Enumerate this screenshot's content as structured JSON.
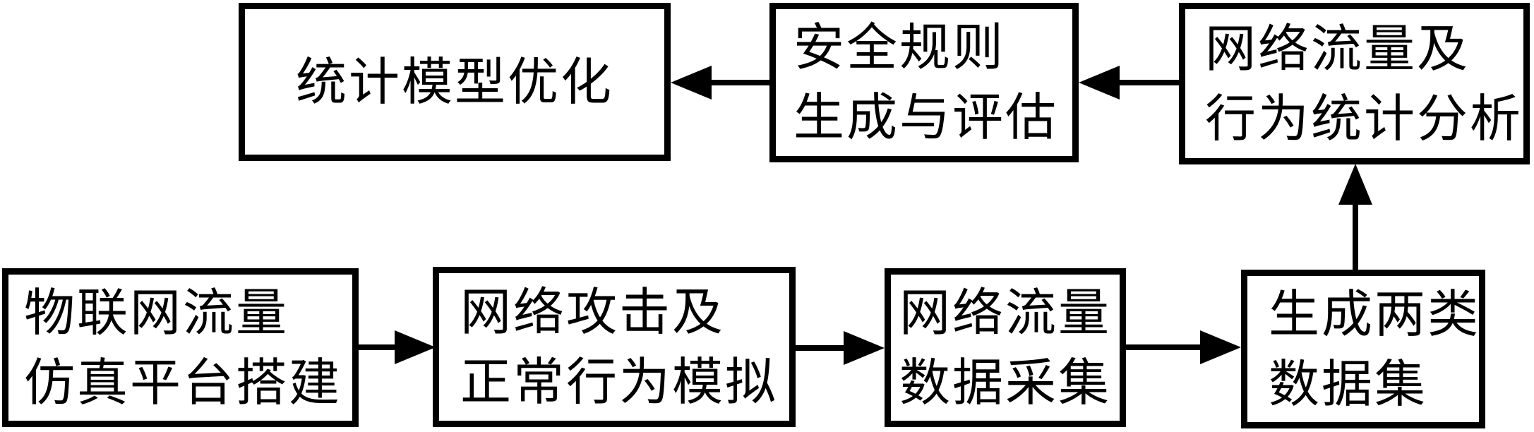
{
  "diagram": {
    "title": "IoT traffic security analysis workflow flowchart",
    "colors": {
      "stroke": "#000000",
      "background": "#ffffff",
      "text": "#000000"
    },
    "nodes": {
      "iot_sim": {
        "line1": "物联网流量",
        "line2": "仿真平台搭建"
      },
      "attack_sim": {
        "line1": "网络攻击及",
        "line2": "正常行为模拟"
      },
      "collect": {
        "line1": "网络流量",
        "line2": "数据采集"
      },
      "datasets": {
        "line1": "生成两类",
        "line2": "数据集"
      },
      "model_opt": {
        "line1": "统计模型优化"
      },
      "rules": {
        "line1": "安全规则",
        "line2": "生成与评估"
      },
      "analysis": {
        "line1": "网络流量及",
        "line2": "行为统计分析"
      }
    },
    "edges": [
      {
        "from": "iot_sim",
        "to": "attack_sim",
        "direction": "right"
      },
      {
        "from": "attack_sim",
        "to": "collect",
        "direction": "right"
      },
      {
        "from": "collect",
        "to": "datasets",
        "direction": "right"
      },
      {
        "from": "datasets",
        "to": "analysis",
        "direction": "up"
      },
      {
        "from": "analysis",
        "to": "rules",
        "direction": "left"
      },
      {
        "from": "rules",
        "to": "model_opt",
        "direction": "left"
      }
    ]
  }
}
